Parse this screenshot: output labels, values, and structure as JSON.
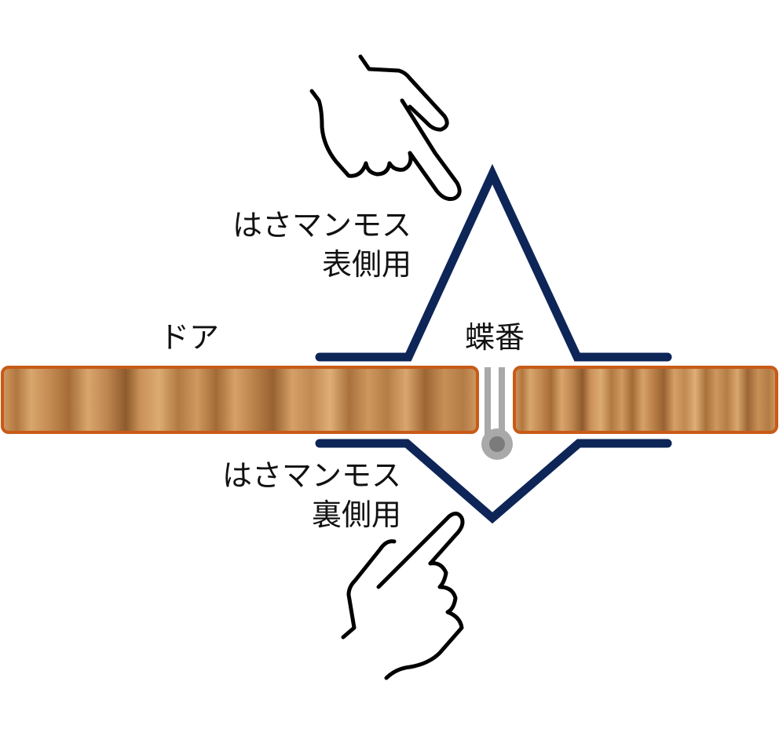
{
  "labels": {
    "door": "ドア",
    "hinge": "蝶番",
    "front_guard": {
      "line1": "はさマンモス",
      "line2": "表側用"
    },
    "back_guard": {
      "line1": "はさマンモス",
      "line2": "裏側用"
    }
  },
  "colors": {
    "guard_stroke": "#0d2557",
    "door_border": "#c75b17",
    "wood_base": "#c08a55",
    "hinge_gray": "#a9a9a9",
    "hinge_dark": "#7b7b7b",
    "hand_stroke": "#000000",
    "text": "#111111"
  },
  "icons": {
    "top_hand": "pointing-hand-down-icon",
    "bottom_hand": "pointing-hand-up-icon"
  }
}
